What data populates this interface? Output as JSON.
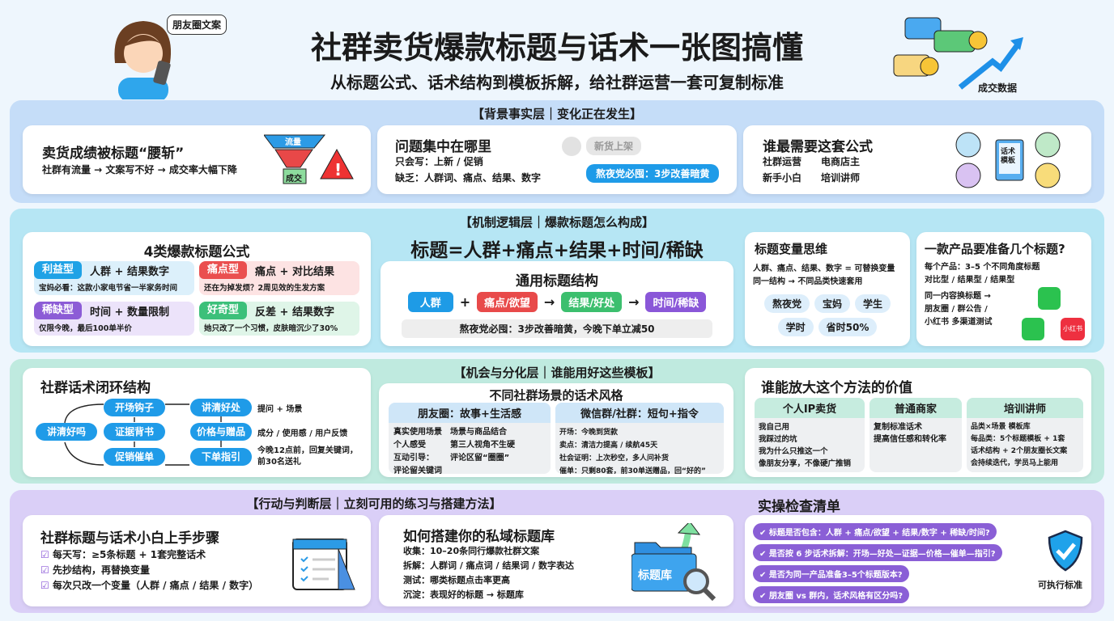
{
  "header": {
    "title": "社群卖货爆款标题与话术一张图搞懂",
    "subtitle": "从标题公式、话术结构到模板拆解，给社群运营一套可复制标准",
    "bubble_left": "朋友圈文案",
    "label_right": "成交数据"
  },
  "band1": {
    "heading": "【背景事实层｜变化正在发生】",
    "card1": {
      "title": "卖货成绩被标题“腰斩”",
      "text": "社群有流量 → 文案写不好 → 成交率大幅下降",
      "funnel_top": "流量",
      "funnel_bottom": "成交"
    },
    "card2": {
      "title": "问题集中在哪里",
      "line1": "只会写：上新 / 促销",
      "line2": "缺乏：人群词、痛点、结果、数字",
      "chat_gray": "新货上架",
      "chat_blue": "熬夜党必囤：3步改善暗黄"
    },
    "card3": {
      "title": "谁最需要这套公式",
      "roles": [
        "社群运营",
        "电商店主",
        "新手小白",
        "培训讲师"
      ],
      "book": "话术模板"
    }
  },
  "band2": {
    "heading": "【机制逻辑层｜爆款标题怎么构成】",
    "formula": "标题=人群+痛点+结果+时间/稀缺",
    "types": {
      "title": "4类爆款标题公式",
      "items": [
        {
          "label": "利益型",
          "formula": "人群 + 结果数字",
          "example": "宝妈必看：这款小家电节省一半家务时间",
          "color": "#1fa2e6",
          "bg": "#dcf0fb"
        },
        {
          "label": "痛点型",
          "formula": "痛点 + 对比结果",
          "example": "还在为掉发烦？2周见效的生发方案",
          "color": "#ea4f4f",
          "bg": "#fde3e3"
        },
        {
          "label": "稀缺型",
          "formula": "时间 + 数量限制",
          "example": "仅限今晚，最后100单半价",
          "color": "#8c5cd6",
          "bg": "#ece3fa"
        },
        {
          "label": "好奇型",
          "formula": "反差 + 结果数字",
          "example": "她只改了一个习惯，皮肤暗沉少了30%",
          "color": "#3cc07a",
          "bg": "#dff5e8"
        }
      ]
    },
    "structure": {
      "title": "通用标题结构",
      "parts": [
        {
          "text": "人群",
          "color": "#1e9be6"
        },
        {
          "text": "痛点/欲望",
          "color": "#e84a4a"
        },
        {
          "text": "结果/好处",
          "color": "#3cbf6e"
        },
        {
          "text": "时间/稀缺",
          "color": "#8a57d8"
        }
      ],
      "ops": [
        "+",
        "→",
        "→"
      ],
      "example": "熬夜党必囤：3步改善暗黄，今晚下单立减50"
    },
    "variables": {
      "title": "标题变量思维",
      "line1": "人群、痛点、结果、数字 = 可替换变量",
      "line2": "同一结构 → 不同品类快速套用",
      "tags": [
        "熬夜党",
        "宝妈",
        "学生",
        "学时",
        "省时50%"
      ]
    },
    "count": {
      "title": "一款产品要准备几个标题?",
      "line1": "每个产品：3–5 个不同角度标题",
      "line2": "对比型 / 结果型 / 结果型",
      "line3": "同一内容换标题 →",
      "line4": "朋友圈 / 群公告 /",
      "line5": "小红书 多渠道测试",
      "xhs": "小红书"
    }
  },
  "band3": {
    "heading": "【机会与分化层｜谁能用好这些模板】",
    "loop": {
      "title": "社群话术闭环结构",
      "nodes": [
        "开场钩子",
        "讲清好处",
        "证据背书",
        "价格与赠品",
        "促销催单",
        "下单指引",
        "讲清好吗"
      ],
      "notes": [
        "提问 + 场景",
        "成分 / 使用感 / 用户反馈",
        "今晚12点前，回复关键词，前30名送礼"
      ]
    },
    "styles": {
      "title": "不同社群场景的话术风格",
      "moments": {
        "head": "朋友圈：故事+生活感",
        "col1": [
          "真实使用场景",
          "个人感受",
          "互动引导：",
          "评论留关键词"
        ],
        "col2": [
          "场景与商品结合",
          "第三人视角不生硬",
          "评论区留“圈圈”"
        ]
      },
      "group": {
        "head": "微信群/社群：短句+指令",
        "lines": [
          "开场：今晚到货款",
          "卖点：清洁力提高 / 续航45天",
          "社会证明：上次秒空，多人问补货",
          "催单：只剩80套，前30单送赠品，回“好的”"
        ]
      }
    },
    "value": {
      "title": "谁能放大这个方法的价值",
      "cols": [
        {
          "head": "个人IP卖货",
          "lines": [
            "我自己用",
            "我踩过的坑",
            "我为什么只推这一个",
            "像朋友分享，不像硬广推销"
          ]
        },
        {
          "head": "普通商家",
          "lines": [
            "复制标准话术",
            "提高信任感和转化率"
          ]
        },
        {
          "head": "培训讲师",
          "lines": [
            "品类×场景 模板库",
            "每品类：5个标题模板 + 1套",
            "话术结构 + 2个朋友圈长文案",
            "会持续迭代，学员马上能用"
          ]
        }
      ]
    }
  },
  "band4": {
    "heading": "【行动与判断层｜立刻可用的练习与搭建方法】",
    "steps": {
      "title": "社群标题与话术小白上手步骤",
      "items": [
        "每天写：≥5条标题 + 1套完整话术",
        "先抄结构，再替换变量",
        "每次只改一个变量（人群 / 痛点 / 结果 / 数字）"
      ]
    },
    "library": {
      "title": "如何搭建你的私域标题库",
      "lines": [
        "收集：10–20条同行爆款社群文案",
        "拆解：人群词 / 痛点词 / 结果词 / 数字表达",
        "测试：哪类标题点击率更高",
        "沉淀：表现好的标题 → 标题库"
      ],
      "folder": "标题库"
    },
    "checklist": {
      "title": "实操检查清单",
      "items": [
        "标题是否包含：人群 + 痛点/欲望 + 结果/数字 + 稀缺/时间?",
        "是否按 6 步话术拆解：开场—好处—证据—价格—催单—指引?",
        "是否为同一产品准备3–5个标题版本?",
        "朋友圈 vs 群内，话术风格有区分吗?"
      ],
      "badge": "可执行标准"
    }
  }
}
